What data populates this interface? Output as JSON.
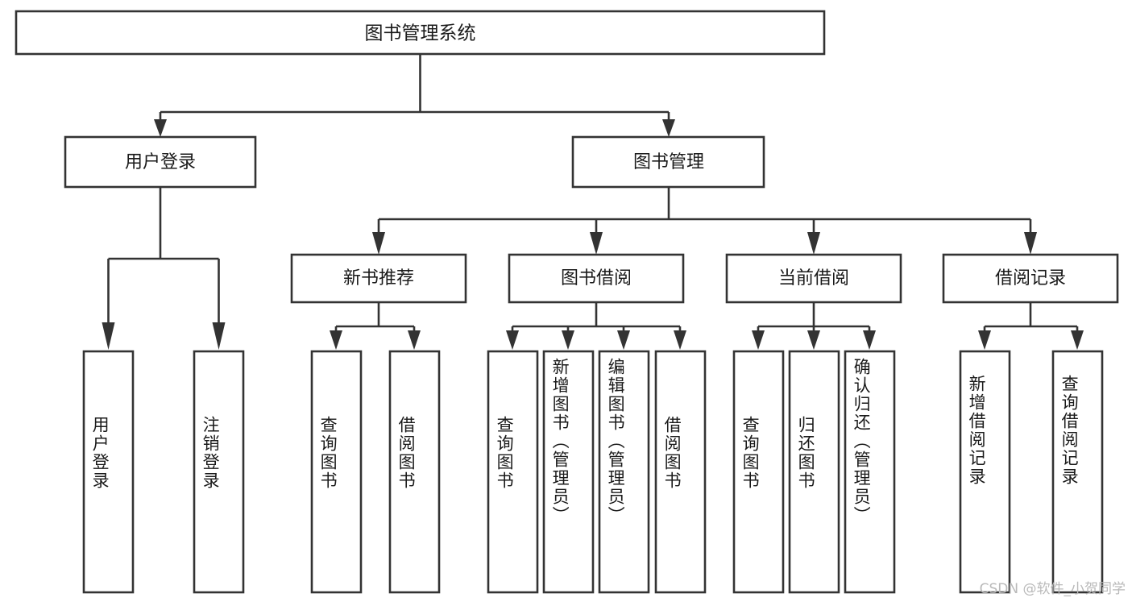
{
  "diagram": {
    "title": "图书管理系统",
    "root": {
      "label": "图书管理系统"
    },
    "level2": [
      {
        "label": "用户登录"
      },
      {
        "label": "图书管理"
      }
    ],
    "level3": [
      {
        "label": "新书推荐"
      },
      {
        "label": "图书借阅"
      },
      {
        "label": "当前借阅"
      },
      {
        "label": "借阅记录"
      }
    ],
    "leaves": [
      {
        "label": "用户登录"
      },
      {
        "label": "注销登录"
      },
      {
        "label": "查询图书"
      },
      {
        "label": "借阅图书"
      },
      {
        "label": "查询图书"
      },
      {
        "label": "新增图书（管理员）"
      },
      {
        "label": "编辑图书（管理员）"
      },
      {
        "label": "借阅图书"
      },
      {
        "label": "查询图书"
      },
      {
        "label": "归还图书"
      },
      {
        "label": "确认归还（管理员）"
      },
      {
        "label": "新增借阅记录"
      },
      {
        "label": "查询借阅记录"
      }
    ],
    "watermark": "CSDN @软件_小贺同学",
    "colors": {
      "stroke": "#333333",
      "fill": "#ffffff",
      "text": "#1a1a1a",
      "watermark": "#b9b9b9",
      "background": "#ffffff"
    }
  },
  "chart_data": {
    "type": "diagram",
    "subtype": "tree-hierarchy",
    "title": "图书管理系统",
    "orientation": "top-down",
    "nodes": [
      {
        "id": "root",
        "label": "图书管理系统",
        "level": 0
      },
      {
        "id": "n1",
        "label": "用户登录",
        "level": 1
      },
      {
        "id": "n2",
        "label": "图书管理",
        "level": 1
      },
      {
        "id": "n3",
        "label": "新书推荐",
        "level": 2
      },
      {
        "id": "n4",
        "label": "图书借阅",
        "level": 2
      },
      {
        "id": "n5",
        "label": "当前借阅",
        "level": 2
      },
      {
        "id": "n6",
        "label": "借阅记录",
        "level": 2
      },
      {
        "id": "l1",
        "label": "用户登录",
        "level": 3
      },
      {
        "id": "l2",
        "label": "注销登录",
        "level": 3
      },
      {
        "id": "l3",
        "label": "查询图书",
        "level": 3
      },
      {
        "id": "l4",
        "label": "借阅图书",
        "level": 3
      },
      {
        "id": "l5",
        "label": "查询图书",
        "level": 3
      },
      {
        "id": "l6",
        "label": "新增图书（管理员）",
        "level": 3
      },
      {
        "id": "l7",
        "label": "编辑图书（管理员）",
        "level": 3
      },
      {
        "id": "l8",
        "label": "借阅图书",
        "level": 3
      },
      {
        "id": "l9",
        "label": "查询图书",
        "level": 3
      },
      {
        "id": "l10",
        "label": "归还图书",
        "level": 3
      },
      {
        "id": "l11",
        "label": "确认归还（管理员）",
        "level": 3
      },
      {
        "id": "l12",
        "label": "新增借阅记录",
        "level": 3
      },
      {
        "id": "l13",
        "label": "查询借阅记录",
        "level": 3
      }
    ],
    "edges": [
      {
        "from": "root",
        "to": "n1"
      },
      {
        "from": "root",
        "to": "n2"
      },
      {
        "from": "n1",
        "to": "l1"
      },
      {
        "from": "n1",
        "to": "l2"
      },
      {
        "from": "n2",
        "to": "n3"
      },
      {
        "from": "n2",
        "to": "n4"
      },
      {
        "from": "n2",
        "to": "n5"
      },
      {
        "from": "n2",
        "to": "n6"
      },
      {
        "from": "n3",
        "to": "l3"
      },
      {
        "from": "n3",
        "to": "l4"
      },
      {
        "from": "n4",
        "to": "l5"
      },
      {
        "from": "n4",
        "to": "l6"
      },
      {
        "from": "n4",
        "to": "l7"
      },
      {
        "from": "n4",
        "to": "l8"
      },
      {
        "from": "n5",
        "to": "l9"
      },
      {
        "from": "n5",
        "to": "l10"
      },
      {
        "from": "n5",
        "to": "l11"
      },
      {
        "from": "n6",
        "to": "l12"
      },
      {
        "from": "n6",
        "to": "l13"
      }
    ],
    "legend": [],
    "annotations": [
      "CSDN @软件_小贺同学"
    ]
  }
}
